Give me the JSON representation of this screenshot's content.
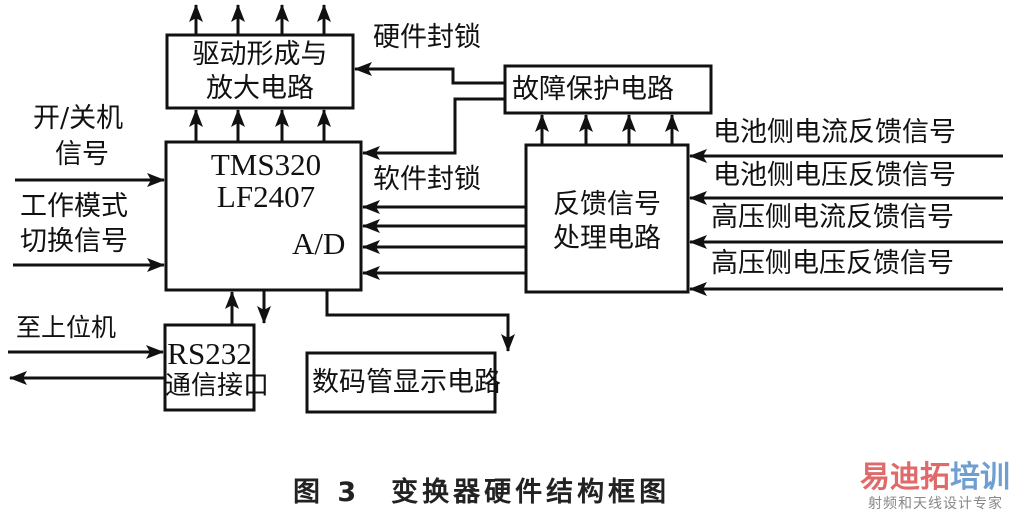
{
  "blocks": {
    "drive": {
      "line1": "驱动形成与",
      "line2": "放大电路"
    },
    "dsp": {
      "line1": "TMS320",
      "line2": "LF2407",
      "port": "A/D"
    },
    "fault": {
      "label": "故障保护电路"
    },
    "feedback": {
      "line1": "反馈信号",
      "line2": "处理电路"
    },
    "rs232": {
      "line1": "RS232",
      "line2": "通信接口"
    },
    "display": {
      "label": "数码管显示电路"
    }
  },
  "signals": {
    "hardware_lock": "硬件封锁",
    "software_lock": "软件封锁",
    "power_switch": {
      "line1": "开/关机",
      "line2": "信号"
    },
    "mode_switch": {
      "line1": "工作模式",
      "line2": "切换信号"
    },
    "host": "至上位机",
    "feedback_inputs": [
      "电池侧电流反馈信号",
      "电池侧电压反馈信号",
      "高压侧电流反馈信号",
      "高压侧电压反馈信号"
    ]
  },
  "caption": "图 3　变换器硬件结构框图",
  "watermark": {
    "brand_red": "易迪拓",
    "brand_blue": "培训",
    "tagline": "射频和天线设计专家",
    "red_color": "#e06a6a",
    "blue_color": "#6f9fd0"
  }
}
